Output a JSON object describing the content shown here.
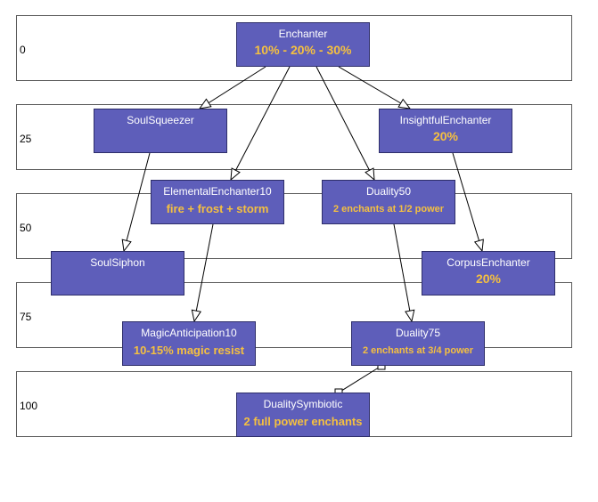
{
  "levels": [
    "0",
    "25",
    "50",
    "75",
    "100"
  ],
  "nodes": {
    "enchanter": {
      "title": "Enchanter",
      "note": "10% - 20% - 30%"
    },
    "soulsqueezer": {
      "title": "SoulSqueezer",
      "note": ""
    },
    "insightful": {
      "title": "InsightfulEnchanter",
      "note": "20%"
    },
    "elemental": {
      "title": "ElementalEnchanter10",
      "note": "fire + frost + storm"
    },
    "duality50": {
      "title": "Duality50",
      "note": "2 enchants at 1/2 power"
    },
    "soulsiphon": {
      "title": "SoulSiphon",
      "note": ""
    },
    "corpus": {
      "title": "CorpusEnchanter",
      "note": "20%"
    },
    "magic": {
      "title": "MagicAnticipation10",
      "note": "10-15% magic resist"
    },
    "duality75": {
      "title": "Duality75",
      "note": "2 enchants at 3/4 power"
    },
    "symbiotic": {
      "title": "DualitySymbiotic",
      "note": "2 full power enchants"
    }
  },
  "edges": [
    {
      "from": "enchanter",
      "to": "soulsqueezer",
      "style": "arrow"
    },
    {
      "from": "enchanter",
      "to": "insightful",
      "style": "arrow"
    },
    {
      "from": "enchanter",
      "to": "elemental",
      "style": "arrow"
    },
    {
      "from": "enchanter",
      "to": "duality50",
      "style": "arrow"
    },
    {
      "from": "soulsqueezer",
      "to": "soulsiphon",
      "style": "arrow"
    },
    {
      "from": "insightful",
      "to": "corpus",
      "style": "arrow"
    },
    {
      "from": "elemental",
      "to": "magic",
      "style": "arrow"
    },
    {
      "from": "duality50",
      "to": "duality75",
      "style": "arrow"
    },
    {
      "from": "duality75",
      "to": "symbiotic",
      "style": "square-ends"
    }
  ],
  "colors": {
    "node_fill": "#5e5eba",
    "node_border": "#2e2e6a",
    "note_text": "#f5c040",
    "band_border": "#5a5a5a",
    "edge": "#000000"
  }
}
